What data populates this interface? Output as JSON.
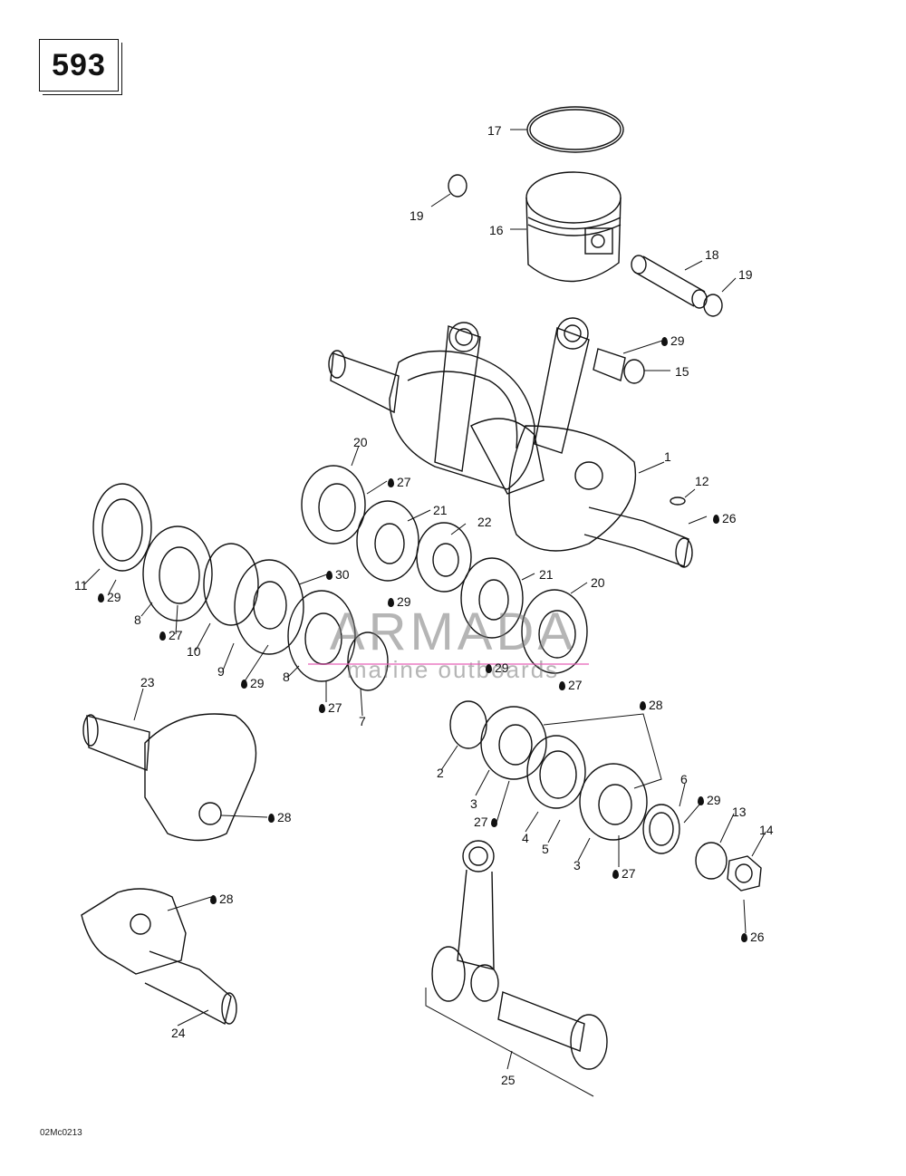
{
  "page": {
    "model_number": "593",
    "drawing_code": "02Mc0213"
  },
  "watermark": {
    "title": "ARMADA",
    "subtitle": "marine outboards"
  },
  "callouts": {
    "c1": "1",
    "c2": "2",
    "c3a": "3",
    "c3b": "3",
    "c4": "4",
    "c5": "5",
    "c6": "6",
    "c7": "7",
    "c8a": "8",
    "c8b": "8",
    "c9": "9",
    "c10": "10",
    "c11": "11",
    "c12": "12",
    "c13": "13",
    "c14": "14",
    "c15": "15",
    "c16": "16",
    "c17": "17",
    "c18": "18",
    "c19a": "19",
    "c19b": "19",
    "c20a": "20",
    "c20b": "20",
    "c21a": "21",
    "c21b": "21",
    "c22": "22",
    "c23": "23",
    "c24": "24",
    "c25": "25"
  },
  "lube_callouts": {
    "l29a": "29",
    "l27a": "27",
    "l26a": "26",
    "l30": "30",
    "l29b": "29",
    "l29c": "29",
    "l27b": "27",
    "l29d": "29",
    "l29e": "29",
    "l27c": "27",
    "l27d": "27",
    "l28a": "28",
    "l27e": "27",
    "l29f": "29",
    "l27f": "27",
    "l28b": "28",
    "l28c": "28",
    "l26b": "26"
  }
}
